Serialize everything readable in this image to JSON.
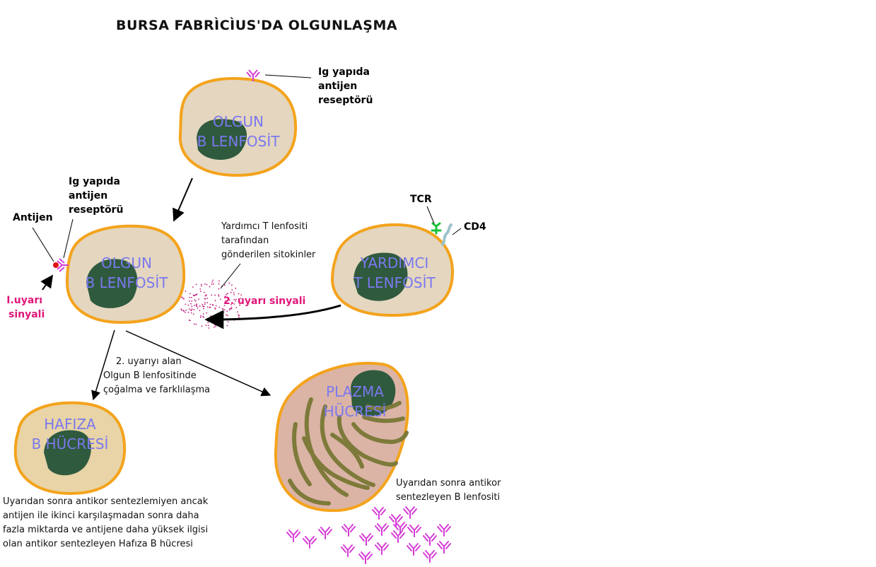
{
  "title": "BURSA FABRÌCÌUS'DA OLGUNLAŞMA",
  "cells": {
    "mature_top": {
      "line1": "OLGUN",
      "line2": "B LENFOSİT"
    },
    "mature_mid": {
      "line1": "OLGUN",
      "line2": "B LENFOSİT"
    },
    "helper_t": {
      "line1": "YARDIMCI",
      "line2": "T LENFOSİT"
    },
    "memory": {
      "line1": "HAFIZA",
      "line2": "B HÜCRESİ"
    },
    "plasma": {
      "line1": "PLAZMA",
      "line2": "HÜCRESİ"
    }
  },
  "labels": {
    "ig_receptor_top": [
      "Ig yapıda",
      "antijen",
      "reseptörü"
    ],
    "ig_receptor_left": [
      "Ig yapıda",
      "antijen",
      "reseptörü"
    ],
    "antigen": "Antijen",
    "signal1": [
      "I.uyarı",
      "sinyali"
    ],
    "cytokines": [
      "Yardımcı T lenfositi",
      "tarafından",
      "gönderilen sitokinler"
    ],
    "signal2": "2. uyarı sinyali",
    "tcr": "TCR",
    "cd4": "CD4",
    "proliferation": [
      "2. uyarıyı alan",
      "Olgun B lenfositinde",
      "çoğalma ve farklılaşma"
    ],
    "memory_desc": [
      "Uyarıdan sonra antikor sentezlemiyen ancak",
      "antijen ile ikinci karşılaşmadan sonra daha",
      "fazla miktarda ve antijene daha yüksek ilgisi",
      "olan antikor sentezleyen Hafıza B hücresi"
    ],
    "plasma_desc": [
      "Uyarıdan sonra antikor",
      "sentezleyen B lenfositi"
    ]
  },
  "colors": {
    "membrane": "#f4a31c",
    "cytoplasm": "#e4d6bf",
    "nucleus": "#2f5a3e",
    "plasma_cytoplasm": "#dbb4a6",
    "er": "#7d7a3a",
    "cell_label": "#7b78ee",
    "antibody": "#d63bd6",
    "signal": "#e0177a"
  }
}
